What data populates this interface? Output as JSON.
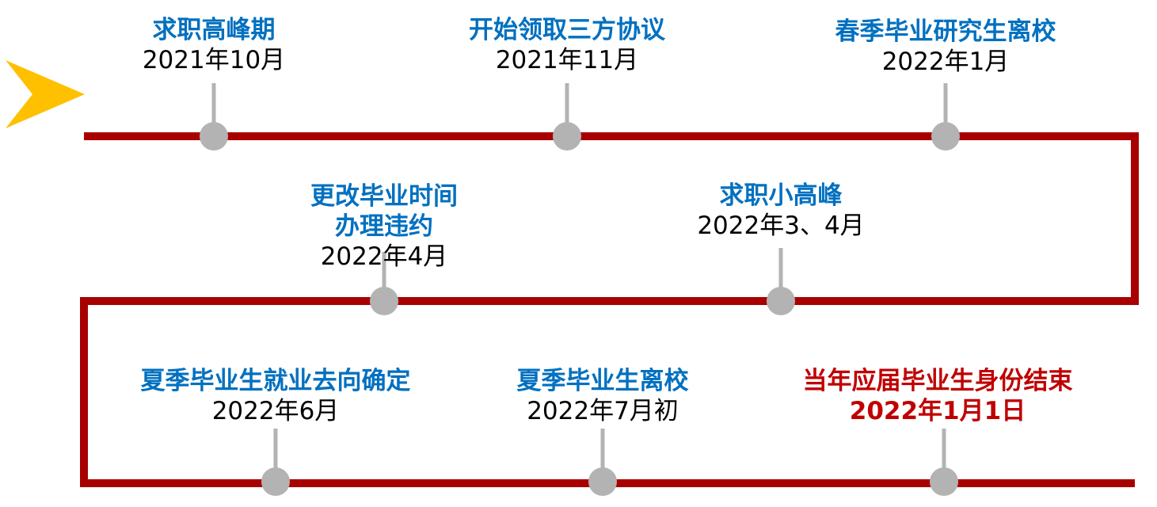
{
  "colors": {
    "path": "#A80000",
    "dot": "#B3B3B3",
    "arrow": "#FFC000",
    "title": "#0070C0",
    "highlight": "#C00000"
  },
  "events": [
    {
      "title": "求职高峰期",
      "date": "2021年10月"
    },
    {
      "title": "开始领取三方协议",
      "date": "2021年11月"
    },
    {
      "title": "春季毕业研究生离校",
      "date": "2022年1月"
    },
    {
      "title_line1": "更改毕业时间",
      "title_line2": "办理违约",
      "date": "2022年4月"
    },
    {
      "title": "求职小高峰",
      "date": "2022年3、4月"
    },
    {
      "title": "夏季毕业生就业去向确定",
      "date": "2022年6月"
    },
    {
      "title": "夏季毕业生离校",
      "date": "2022年7月初"
    },
    {
      "title": "当年应届毕业生身份结束",
      "date": "2022年1月1日"
    }
  ]
}
